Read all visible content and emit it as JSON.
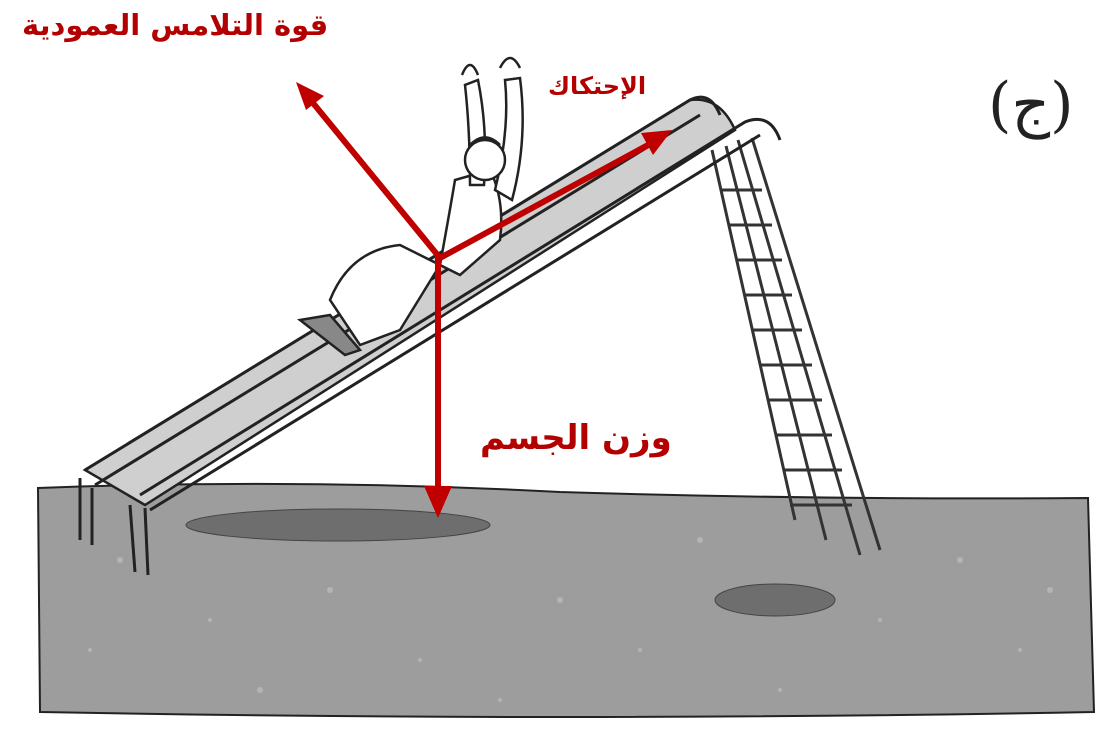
{
  "part_label": "(ج)",
  "forces": {
    "normal_label": "قوة التلامس العمودية",
    "friction_label": "الإحتكاك",
    "weight_label": "وزن الجسم"
  },
  "colors": {
    "arrow": "#c00000",
    "label": "#b30000",
    "ground": "#9b9b9b",
    "slide_metal": "#c8c8c8"
  }
}
